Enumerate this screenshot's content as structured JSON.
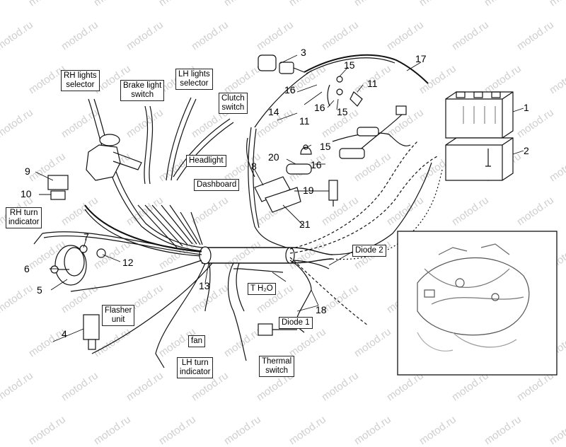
{
  "watermark": "motod.ru",
  "part_numbers": [
    "1",
    "2",
    "3",
    "4",
    "5",
    "6",
    "7",
    "8",
    "9",
    "10",
    "11",
    "12",
    "13",
    "14",
    "15",
    "16",
    "17",
    "18",
    "19",
    "20",
    "21"
  ],
  "labels": {
    "rh_lights_selector": [
      "RH lights",
      "selector"
    ],
    "brake_light_switch": [
      "Brake light",
      "switch"
    ],
    "lh_lights_selector": [
      "LH lights",
      "selector"
    ],
    "clutch_switch": [
      "Clutch",
      "switch"
    ],
    "headlight": "Headlight",
    "dashboard": "Dashboard",
    "rh_turn_indicator": [
      "RH turn",
      "indicator"
    ],
    "flasher_unit": [
      "Flasher",
      "unit"
    ],
    "fan": "fan",
    "lh_turn_indicator": [
      "LH turn",
      "indicator"
    ],
    "thermal_switch": [
      "Thermal",
      "switch"
    ],
    "t_h2o": "T  H₂O",
    "diode_1": "Diode 1",
    "diode_2": "Diode 2"
  }
}
